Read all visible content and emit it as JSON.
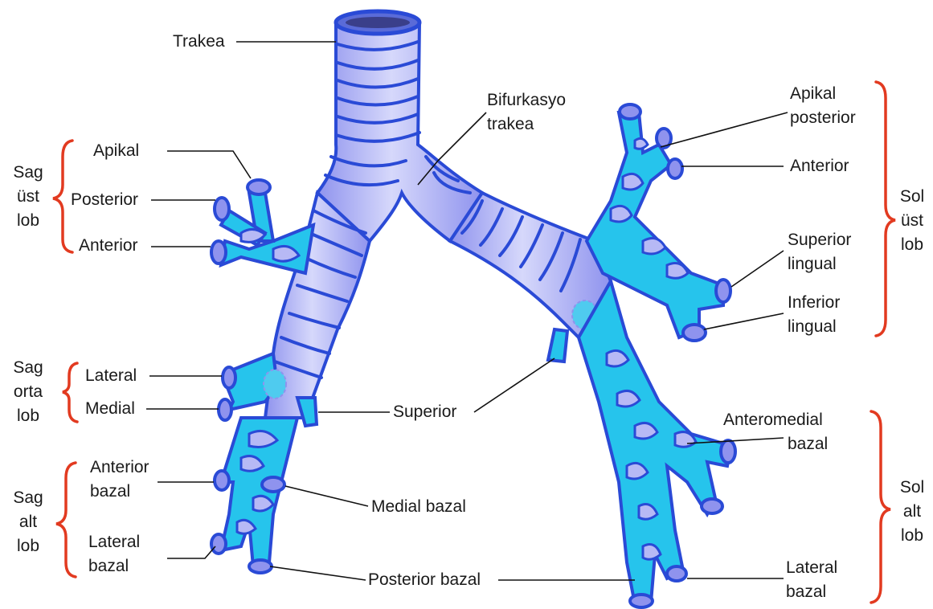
{
  "colors": {
    "tube_light": "#b7b9f5",
    "tube_mid": "#8f93ee",
    "tube_edge": "#2a4ad6",
    "segment_cyan": "#26c4ec",
    "bracket": "#e23a20",
    "leader": "#111111"
  },
  "labels": {
    "trakea": "Trakea",
    "bifurkasyo_1": "Bifurkasyo",
    "bifurkasyo_2": "trakea",
    "r_apikal": "Apikal",
    "r_posterior": "Posterior",
    "r_anterior": "Anterior",
    "r_lateral": "Lateral",
    "r_medial": "Medial",
    "superior": "Superior",
    "r_anterior_bazal_1": "Anterior",
    "r_anterior_bazal_2": "bazal",
    "medial_bazal": "Medial bazal",
    "r_lateral_bazal_1": "Lateral",
    "r_lateral_bazal_2": "bazal",
    "posterior_bazal": "Posterior bazal",
    "l_apikal_posterior_1": "Apikal",
    "l_apikal_posterior_2": "posterior",
    "l_anterior": "Anterior",
    "l_superior_lingual_1": "Superior",
    "l_superior_lingual_2": "lingual",
    "l_inferior_lingual_1": "Inferior",
    "l_inferior_lingual_2": "lingual",
    "l_anteromedial_1": "Anteromedial",
    "l_anteromedial_2": "bazal",
    "l_lateral_bazal_1": "Lateral",
    "l_lateral_bazal_2": "bazal"
  },
  "groups": {
    "sag_ust": [
      "Sag",
      "üst",
      "lob"
    ],
    "sag_orta": [
      "Sag",
      "orta",
      "lob"
    ],
    "sag_alt": [
      "Sag",
      "alt",
      "lob"
    ],
    "sol_ust": [
      "Sol",
      "üst",
      "lob"
    ],
    "sol_alt": [
      "Sol",
      "alt",
      "lob"
    ]
  }
}
